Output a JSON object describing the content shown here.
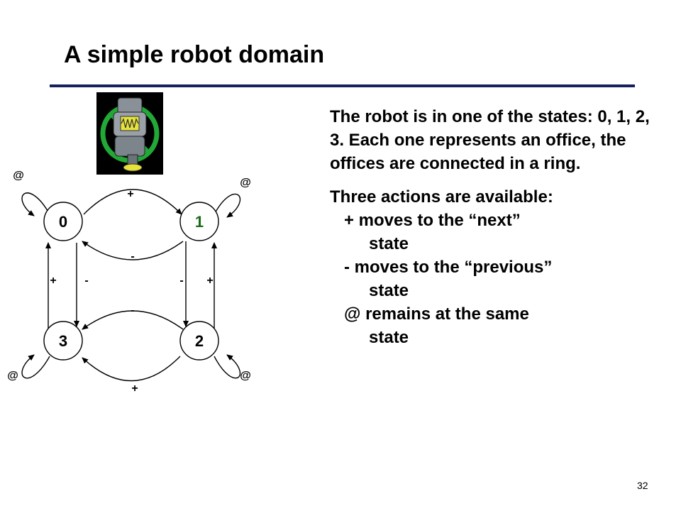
{
  "slide": {
    "title": "A simple robot domain",
    "page_number": "32"
  },
  "diagram": {
    "states": [
      "0",
      "1",
      "2",
      "3"
    ],
    "edge_labels": {
      "top_plus": "+",
      "top_minus": "-",
      "bottom_minus": "-",
      "bottom_plus": "+",
      "left_plus": "+",
      "left_minus": "-",
      "right_minus": "-",
      "right_plus": "+",
      "self_0": "@",
      "self_1": "@",
      "self_2": "@",
      "self_3": "@"
    }
  },
  "text": {
    "paragraph1": "The robot is in one of the states: 0, 1, 2, 3. Each one represents an office, the offices are connected in a ring.",
    "paragraph2_intro": "Three actions are available:",
    "action_plus_line1": "+  moves to the “next”",
    "action_plus_line2": "state",
    "action_minus_line1": "-   moves to the “previous”",
    "action_minus_line2": "state",
    "action_at_line1": "@ remains at the same",
    "action_at_line2": "state"
  },
  "colors": {
    "title_rule": "#16205e",
    "robot_green": "#22a836",
    "state1_label": "#1a6b1a"
  }
}
